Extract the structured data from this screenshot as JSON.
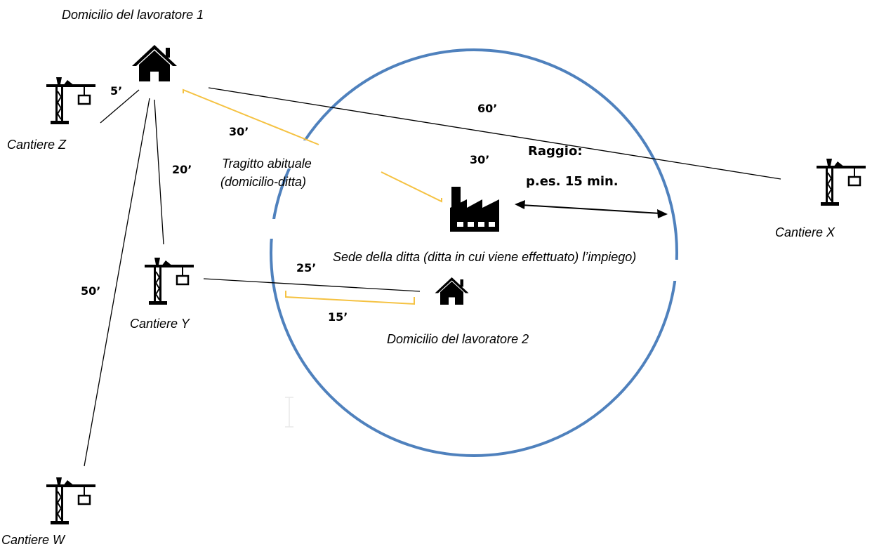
{
  "labels": {
    "home1": "Domicilio del lavoratore 1",
    "home2": "Domicilio del lavoratore 2",
    "site_z": "Cantiere Z",
    "site_y": "Cantiere Y",
    "site_x": "Cantiere X",
    "site_w": "Cantiere W",
    "route_line1": "Tragitto abituale",
    "route_line2": "(domicilio-ditta)",
    "company": "Sede della ditta (ditta in cui viene effettuato) l’impiego)",
    "radius_line1": "Raggio:",
    "radius_line2": "p.es. 15 min."
  },
  "times": {
    "home1_z": "5’",
    "home1_company": "30’",
    "home1_y": "20’",
    "home1_x": "60’",
    "company_inner": "30’",
    "home1_w": "50’",
    "y_home2": "25’",
    "y_home2_inner": "15’"
  },
  "colors": {
    "circle": "#4f81bd",
    "route": "#f5c242",
    "line": "#000000"
  },
  "icons": {
    "home": "house-icon",
    "site": "crane-icon",
    "company": "factory-icon"
  }
}
